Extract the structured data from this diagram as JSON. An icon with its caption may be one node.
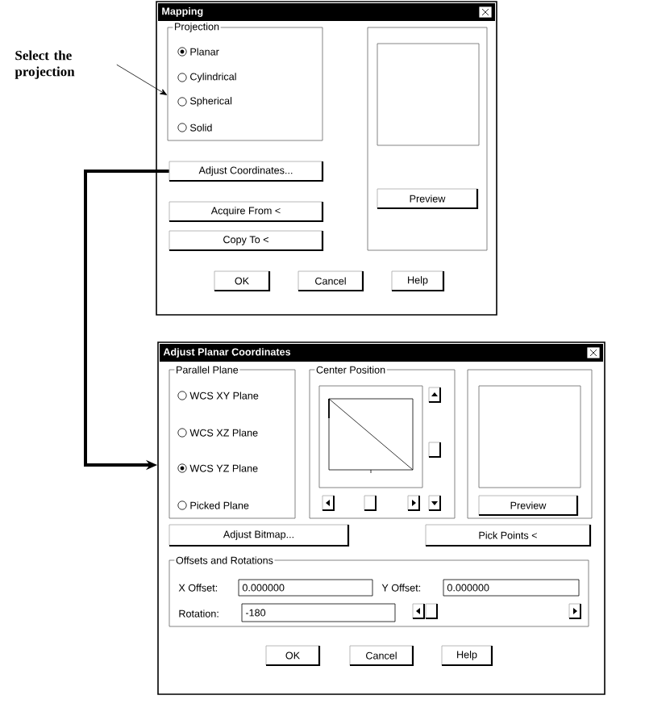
{
  "diagram": {
    "nodes": [
      {
        "text": [
          "Mapping"
        ]
      },
      {
        "text": [
          "Projection",
          "Planar",
          "Cylindrical",
          "Spherical",
          "Solid"
        ],
        "in": 0
      },
      {
        "text": [
          "Adjust Coordinates..."
        ],
        "in": 0
      },
      {
        "text": [
          "Acquire From <"
        ],
        "in": 0
      },
      {
        "text": [
          "Copy To <"
        ],
        "in": 0
      },
      {
        "text": [],
        "shape": "box",
        "in": 0
      },
      {
        "text": [],
        "shape": "box",
        "in": 5
      },
      {
        "text": [
          "Preview"
        ],
        "in": 5
      },
      {
        "text": [
          "OK"
        ],
        "in": 0
      },
      {
        "text": [
          "Cancel"
        ],
        "in": 0
      },
      {
        "text": [
          "Help"
        ],
        "in": 0
      },
      {
        "text": [
          "Select the projection"
        ]
      },
      {
        "text": [
          "Adjust Planar Coordinates"
        ]
      },
      {
        "text": [
          "Parallel Plane",
          "WCS XY Plane",
          "WCS XZ Plane",
          "WCS YZ Plane",
          "Picked Plane"
        ],
        "in": 12
      },
      {
        "text": [
          "Center Position"
        ],
        "in": 12
      },
      {
        "text": [],
        "shape": "box",
        "in": 14
      },
      {
        "text": [],
        "shape": "box",
        "in": 12
      },
      {
        "text": [],
        "shape": "box",
        "in": 16
      },
      {
        "text": [
          "Preview"
        ],
        "in": 16
      },
      {
        "text": [
          "Adjust Bitmap..."
        ],
        "in": 12
      },
      {
        "text": [
          "Pick Points <"
        ],
        "in": 12
      },
      {
        "text": [
          "Offsets and Rotations",
          "X Offset:",
          "Y Offset:",
          "Rotation:"
        ],
        "in": 12
      },
      {
        "text": [
          "0.000000"
        ],
        "in": 21
      },
      {
        "text": [
          "0.000000"
        ],
        "in": 21
      },
      {
        "text": [
          "-180"
        ],
        "in": 21
      },
      {
        "text": [
          "OK"
        ],
        "in": 12
      },
      {
        "text": [
          "Cancel"
        ],
        "in": 12
      },
      {
        "text": [
          "Help"
        ],
        "in": 12
      }
    ],
    "edges": [
      {
        "from": 11,
        "to": 1,
        "arrow": "to"
      },
      {
        "from": 2,
        "to": 12,
        "arrow": "to",
        "style": "thick"
      }
    ]
  }
}
